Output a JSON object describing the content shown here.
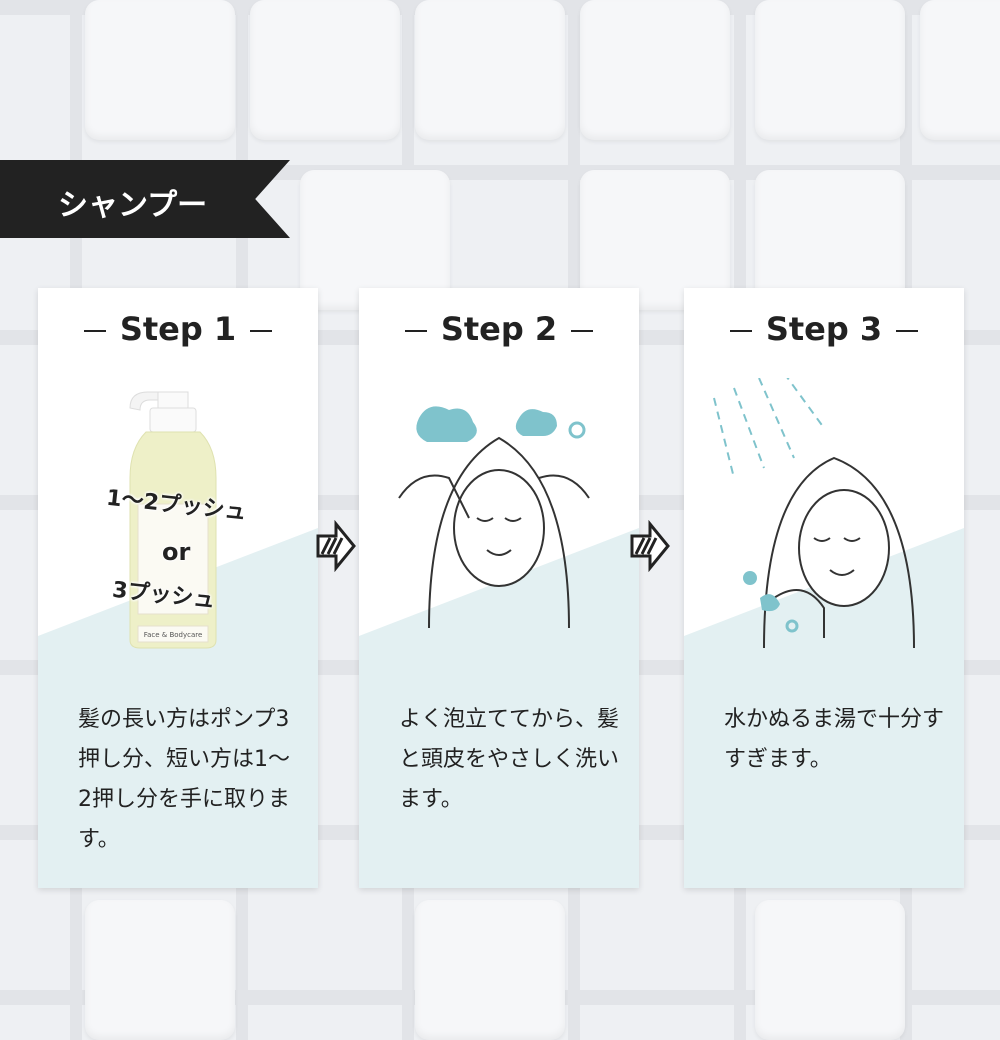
{
  "banner": {
    "title": "シャンプー"
  },
  "steps": [
    {
      "label": "Step 1",
      "description": "髪の長い方はポンプ3押し分、短い方は1〜2押し分を手に取ります。",
      "callout": {
        "line1": "1〜2プッシュ",
        "line2": "or",
        "line3": "3プッシュ"
      },
      "product_label": "Face & Bodycare"
    },
    {
      "label": "Step 2",
      "description": "よく泡立ててから、髪と頭皮をやさしく洗います。"
    },
    {
      "label": "Step 3",
      "description": "水かぬるま湯で十分すすぎます。"
    }
  ],
  "colors": {
    "accent": "#7fc3cc",
    "panel": "#e3f0f2",
    "banner": "#222222"
  }
}
